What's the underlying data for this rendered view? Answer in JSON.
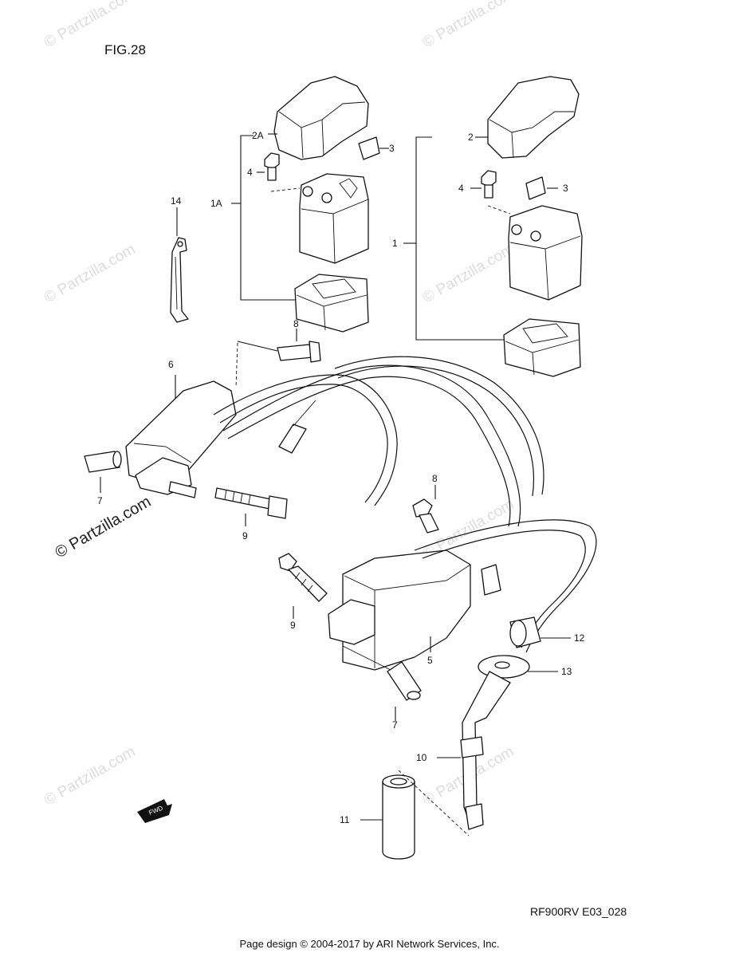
{
  "figure": {
    "title": "FIG.28",
    "reference": "RF900RV E03_028",
    "direction_badge": "FWD"
  },
  "callouts": [
    {
      "id": "c-2A",
      "text": "2A"
    },
    {
      "id": "c-3a",
      "text": "3"
    },
    {
      "id": "c-4a",
      "text": "4"
    },
    {
      "id": "c-1A",
      "text": "1A"
    },
    {
      "id": "c-14",
      "text": "14"
    },
    {
      "id": "c-2",
      "text": "2"
    },
    {
      "id": "c-3b",
      "text": "3"
    },
    {
      "id": "c-4b",
      "text": "4"
    },
    {
      "id": "c-1",
      "text": "1"
    },
    {
      "id": "c-8a",
      "text": "8"
    },
    {
      "id": "c-6",
      "text": "6"
    },
    {
      "id": "c-7a",
      "text": "7"
    },
    {
      "id": "c-9a",
      "text": "9"
    },
    {
      "id": "c-8b",
      "text": "8"
    },
    {
      "id": "c-9b",
      "text": "9"
    },
    {
      "id": "c-5",
      "text": "5"
    },
    {
      "id": "c-12",
      "text": "12"
    },
    {
      "id": "c-13",
      "text": "13"
    },
    {
      "id": "c-7b",
      "text": "7"
    },
    {
      "id": "c-10",
      "text": "10"
    },
    {
      "id": "c-11",
      "text": "11"
    }
  ],
  "watermark": {
    "text": "© Partzilla.com"
  },
  "footer": {
    "text": "Page design © 2004-2017 by ARI Network Services, Inc."
  }
}
